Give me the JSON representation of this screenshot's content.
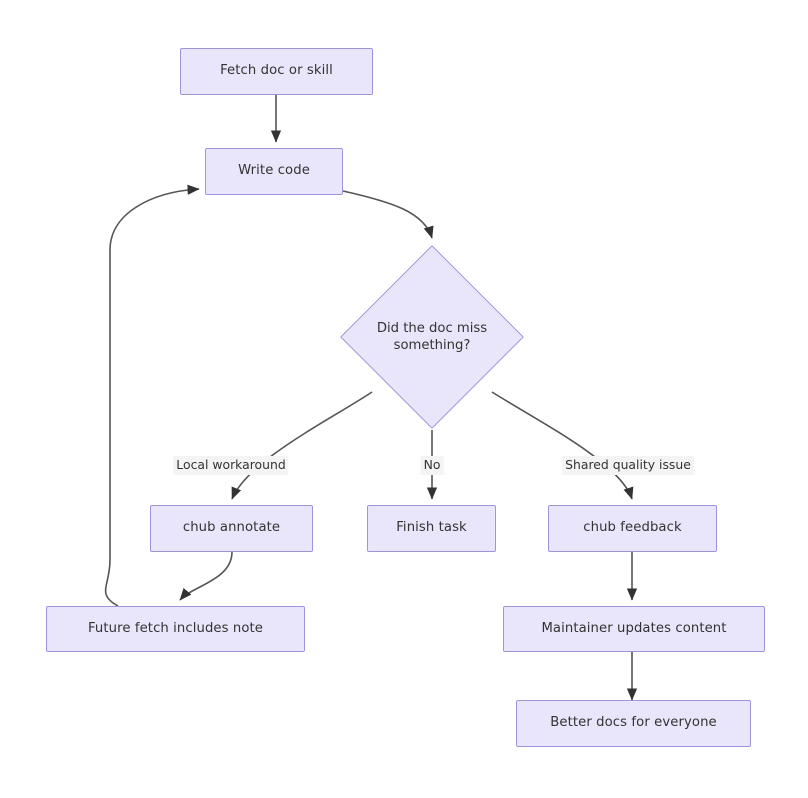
{
  "diagram": {
    "type": "flowchart",
    "direction": "top-down",
    "background_color": "#ffffff",
    "node_fill": "#e9e5fa",
    "node_border": "#a294db",
    "edge_color": "#555555",
    "text_color": "#333333",
    "label_background": "#f4f4f4",
    "nodes": [
      {
        "id": "fetch",
        "label": "Fetch doc or skill",
        "shape": "rect"
      },
      {
        "id": "write",
        "label": "Write code",
        "shape": "rect"
      },
      {
        "id": "decision",
        "label": "Did the doc miss\nsomething?",
        "shape": "diamond"
      },
      {
        "id": "annotate",
        "label": "chub annotate",
        "shape": "rect"
      },
      {
        "id": "finish",
        "label": "Finish task",
        "shape": "rect"
      },
      {
        "id": "feedback",
        "label": "chub feedback",
        "shape": "rect"
      },
      {
        "id": "futurefetch",
        "label": "Future fetch includes note",
        "shape": "rect"
      },
      {
        "id": "maintainer",
        "label": "Maintainer updates content",
        "shape": "rect"
      },
      {
        "id": "better",
        "label": "Better docs for everyone",
        "shape": "rect"
      }
    ],
    "edges": [
      {
        "from": "fetch",
        "to": "write",
        "label": ""
      },
      {
        "from": "write",
        "to": "decision",
        "label": ""
      },
      {
        "from": "decision",
        "to": "annotate",
        "label": "Local workaround"
      },
      {
        "from": "decision",
        "to": "finish",
        "label": "No"
      },
      {
        "from": "decision",
        "to": "feedback",
        "label": "Shared quality issue"
      },
      {
        "from": "annotate",
        "to": "futurefetch",
        "label": ""
      },
      {
        "from": "futurefetch",
        "to": "write",
        "label": ""
      },
      {
        "from": "feedback",
        "to": "maintainer",
        "label": ""
      },
      {
        "from": "maintainer",
        "to": "better",
        "label": ""
      }
    ],
    "edge_labels": {
      "local_workaround": "Local workaround",
      "no": "No",
      "shared_quality_issue": "Shared quality issue"
    }
  }
}
